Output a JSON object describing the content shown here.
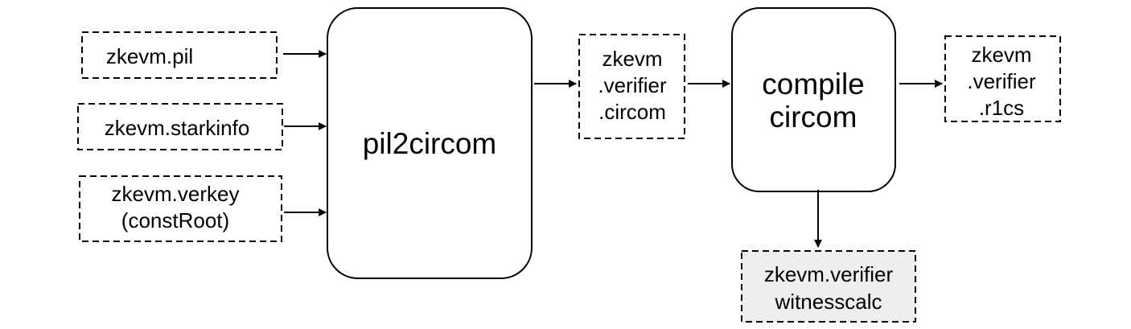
{
  "diagram": {
    "inputs": {
      "pil": "zkevm.pil",
      "starkinfo": "zkevm.starkinfo",
      "verkey_line1": "zkevm.verkey",
      "verkey_line2": "(constRoot)"
    },
    "processes": {
      "pil2circom": "pil2circom",
      "compile_line1": "compile",
      "compile_line2": "circom"
    },
    "outputs": {
      "circom_line1": "zkevm",
      "circom_line2": ".verifier",
      "circom_line3": ".circom",
      "r1cs_line1": "zkevm",
      "r1cs_line2": ".verifier",
      "r1cs_line3": ".r1cs",
      "witness_line1": "zkevm.verifier",
      "witness_line2": "witnesscalc"
    },
    "colors": {
      "stroke": "#000000",
      "background": "#ffffff",
      "witness_fill": "#eeeeee"
    }
  }
}
